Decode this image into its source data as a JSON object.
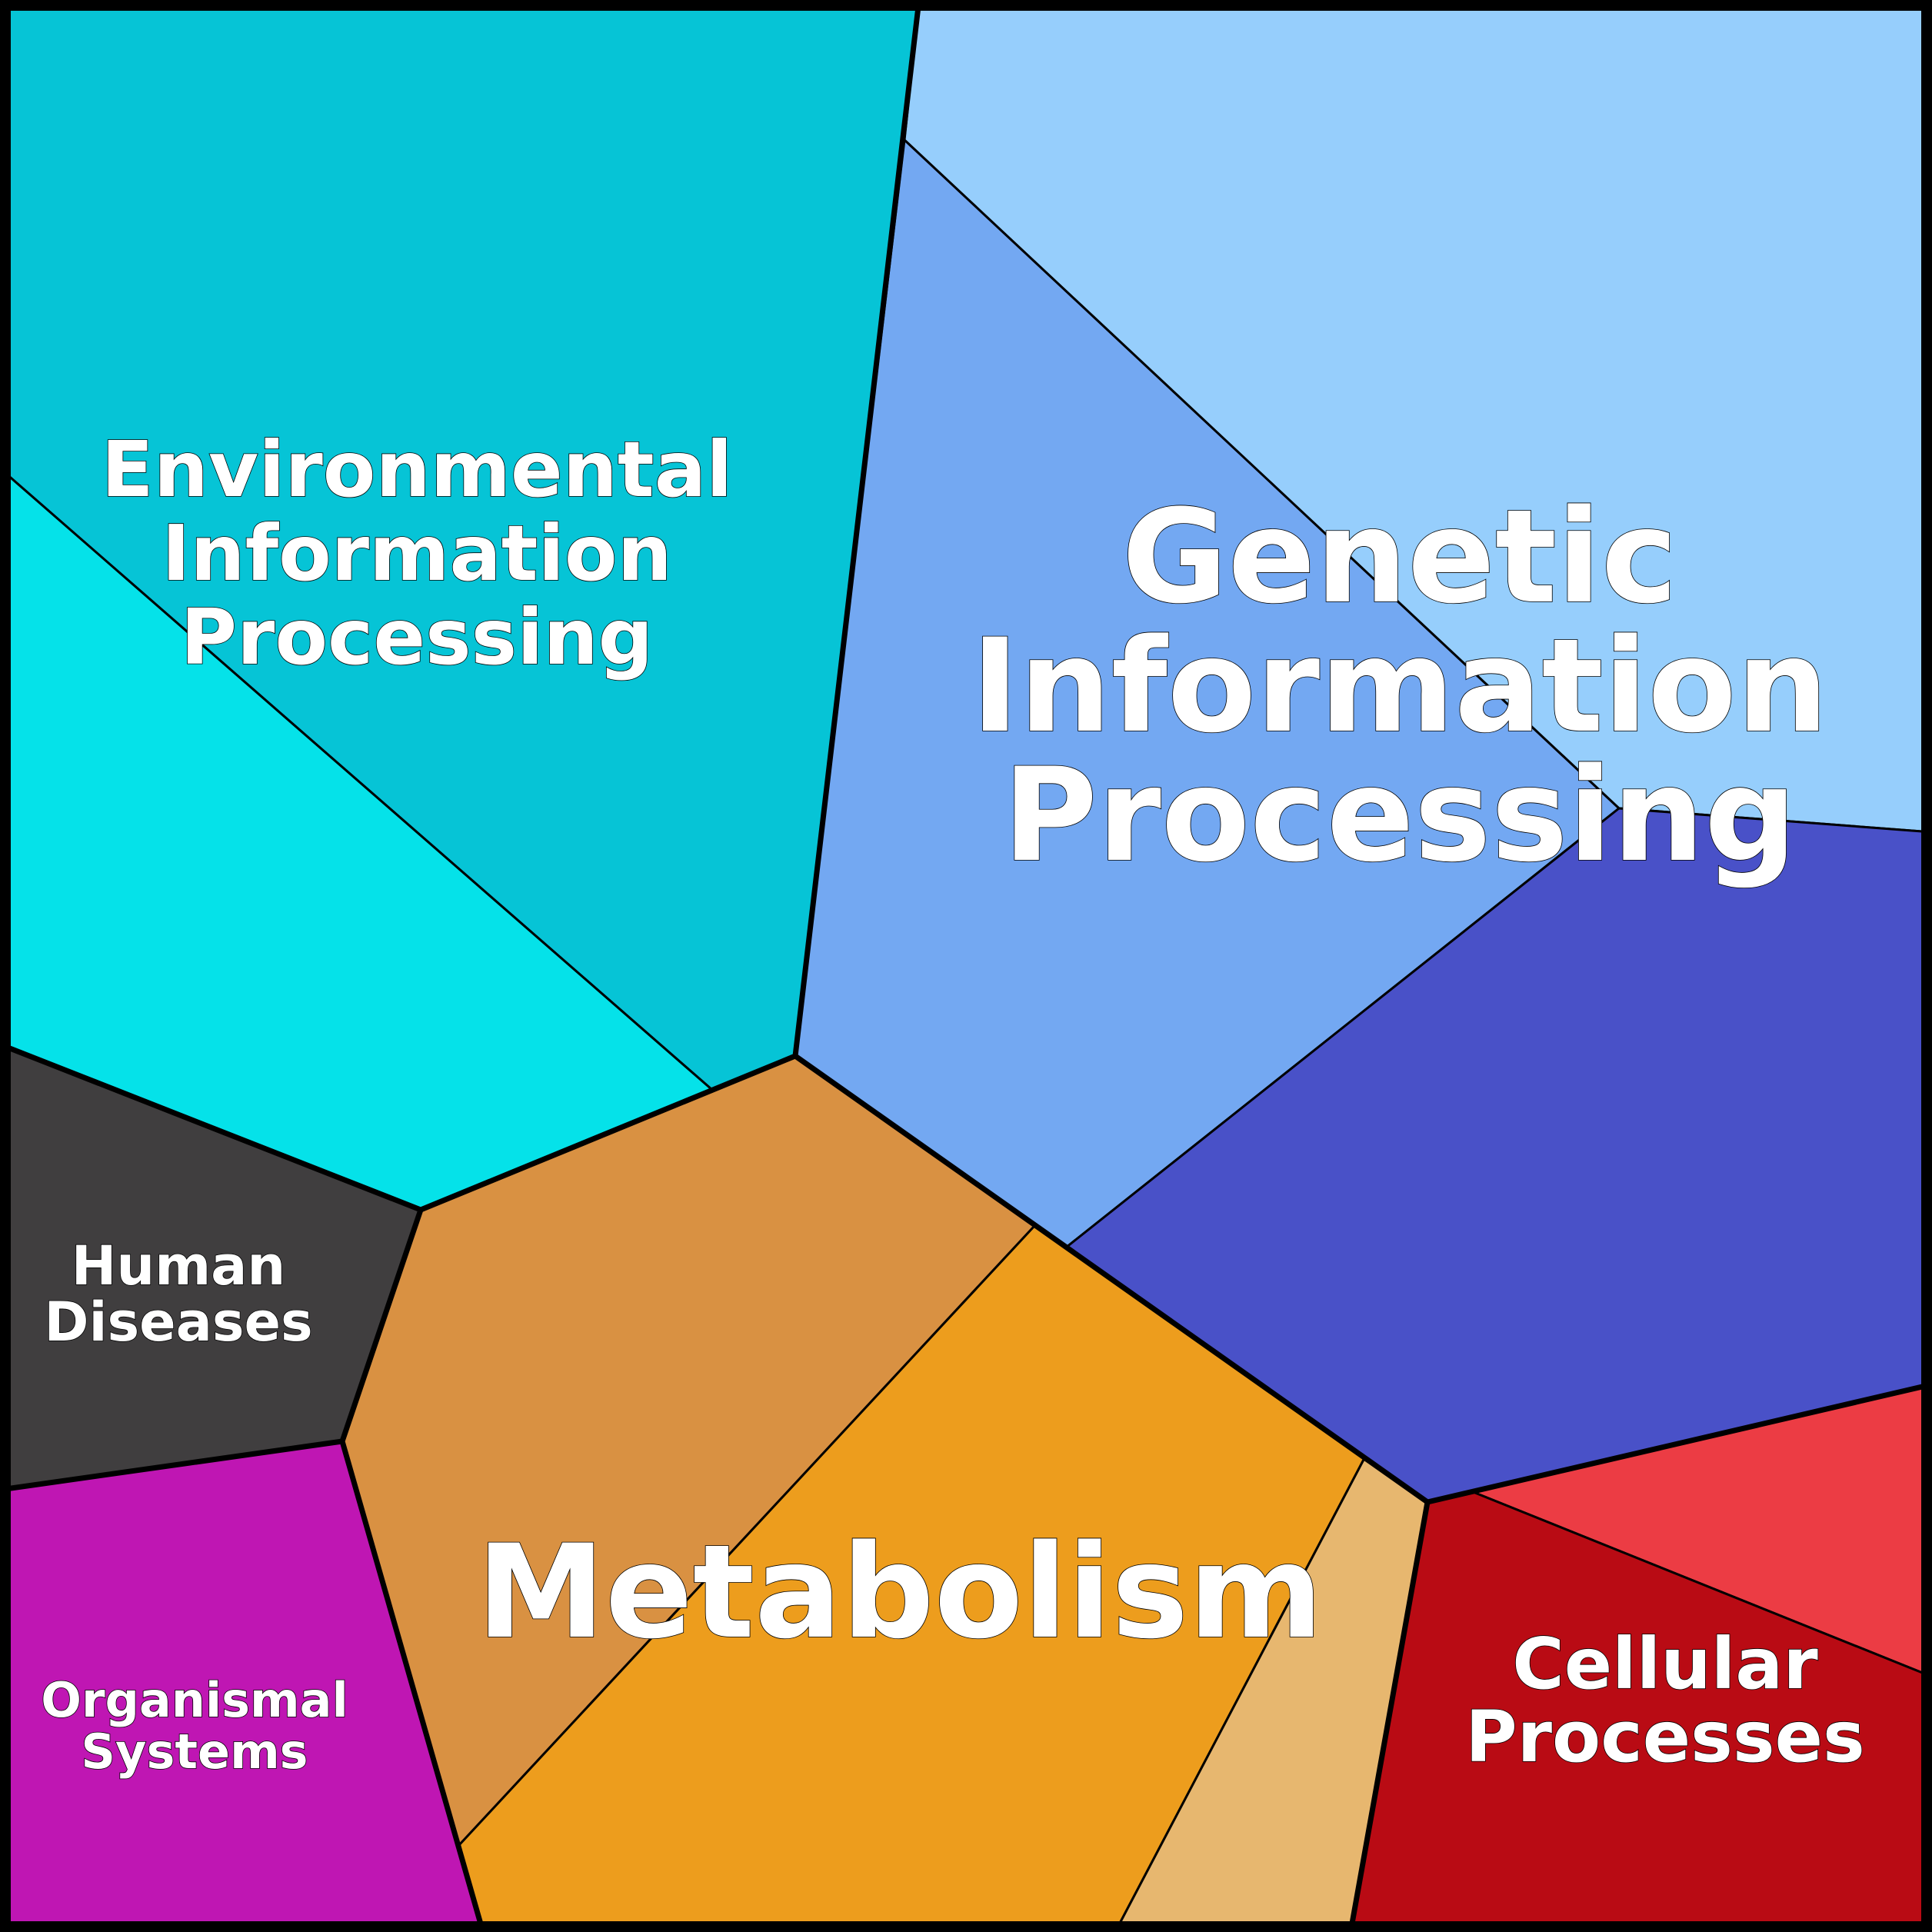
{
  "diagram": {
    "type": "voronoi-treemap",
    "groups": [
      {
        "id": "env",
        "label_lines": [
          "Environmental",
          "Information",
          "Processing"
        ],
        "cells": [
          {
            "name": "cell-env-a",
            "color": "#06c4d6"
          },
          {
            "name": "cell-env-b",
            "color": "#05e2e9"
          }
        ]
      },
      {
        "id": "gen",
        "label_lines": [
          "Genetic",
          "Information",
          "Processing"
        ],
        "cells": [
          {
            "name": "cell-gen-a",
            "color": "#96cefc"
          },
          {
            "name": "cell-gen-b",
            "color": "#73a8f2"
          },
          {
            "name": "cell-gen-c",
            "color": "#4951c8"
          }
        ]
      },
      {
        "id": "hum",
        "label_lines": [
          "Human",
          "Diseases"
        ],
        "cells": [
          {
            "name": "cell-hum-a",
            "color": "#403e3f"
          }
        ]
      },
      {
        "id": "met",
        "label_lines": [
          "Metabolism"
        ],
        "cells": [
          {
            "name": "cell-met-a",
            "color": "#d99142"
          },
          {
            "name": "cell-met-b",
            "color": "#ed9d1d"
          },
          {
            "name": "cell-met-c",
            "color": "#e7b76f"
          }
        ]
      },
      {
        "id": "org",
        "label_lines": [
          "Organismal",
          "Systems"
        ],
        "cells": [
          {
            "name": "cell-org-a",
            "color": "#bf16b3"
          }
        ]
      },
      {
        "id": "cel",
        "label_lines": [
          "Cellular",
          "Processes"
        ],
        "cells": [
          {
            "name": "cell-cel-a",
            "color": "#ec3c44"
          },
          {
            "name": "cell-cel-b",
            "color": "#b90b14"
          }
        ]
      }
    ]
  }
}
